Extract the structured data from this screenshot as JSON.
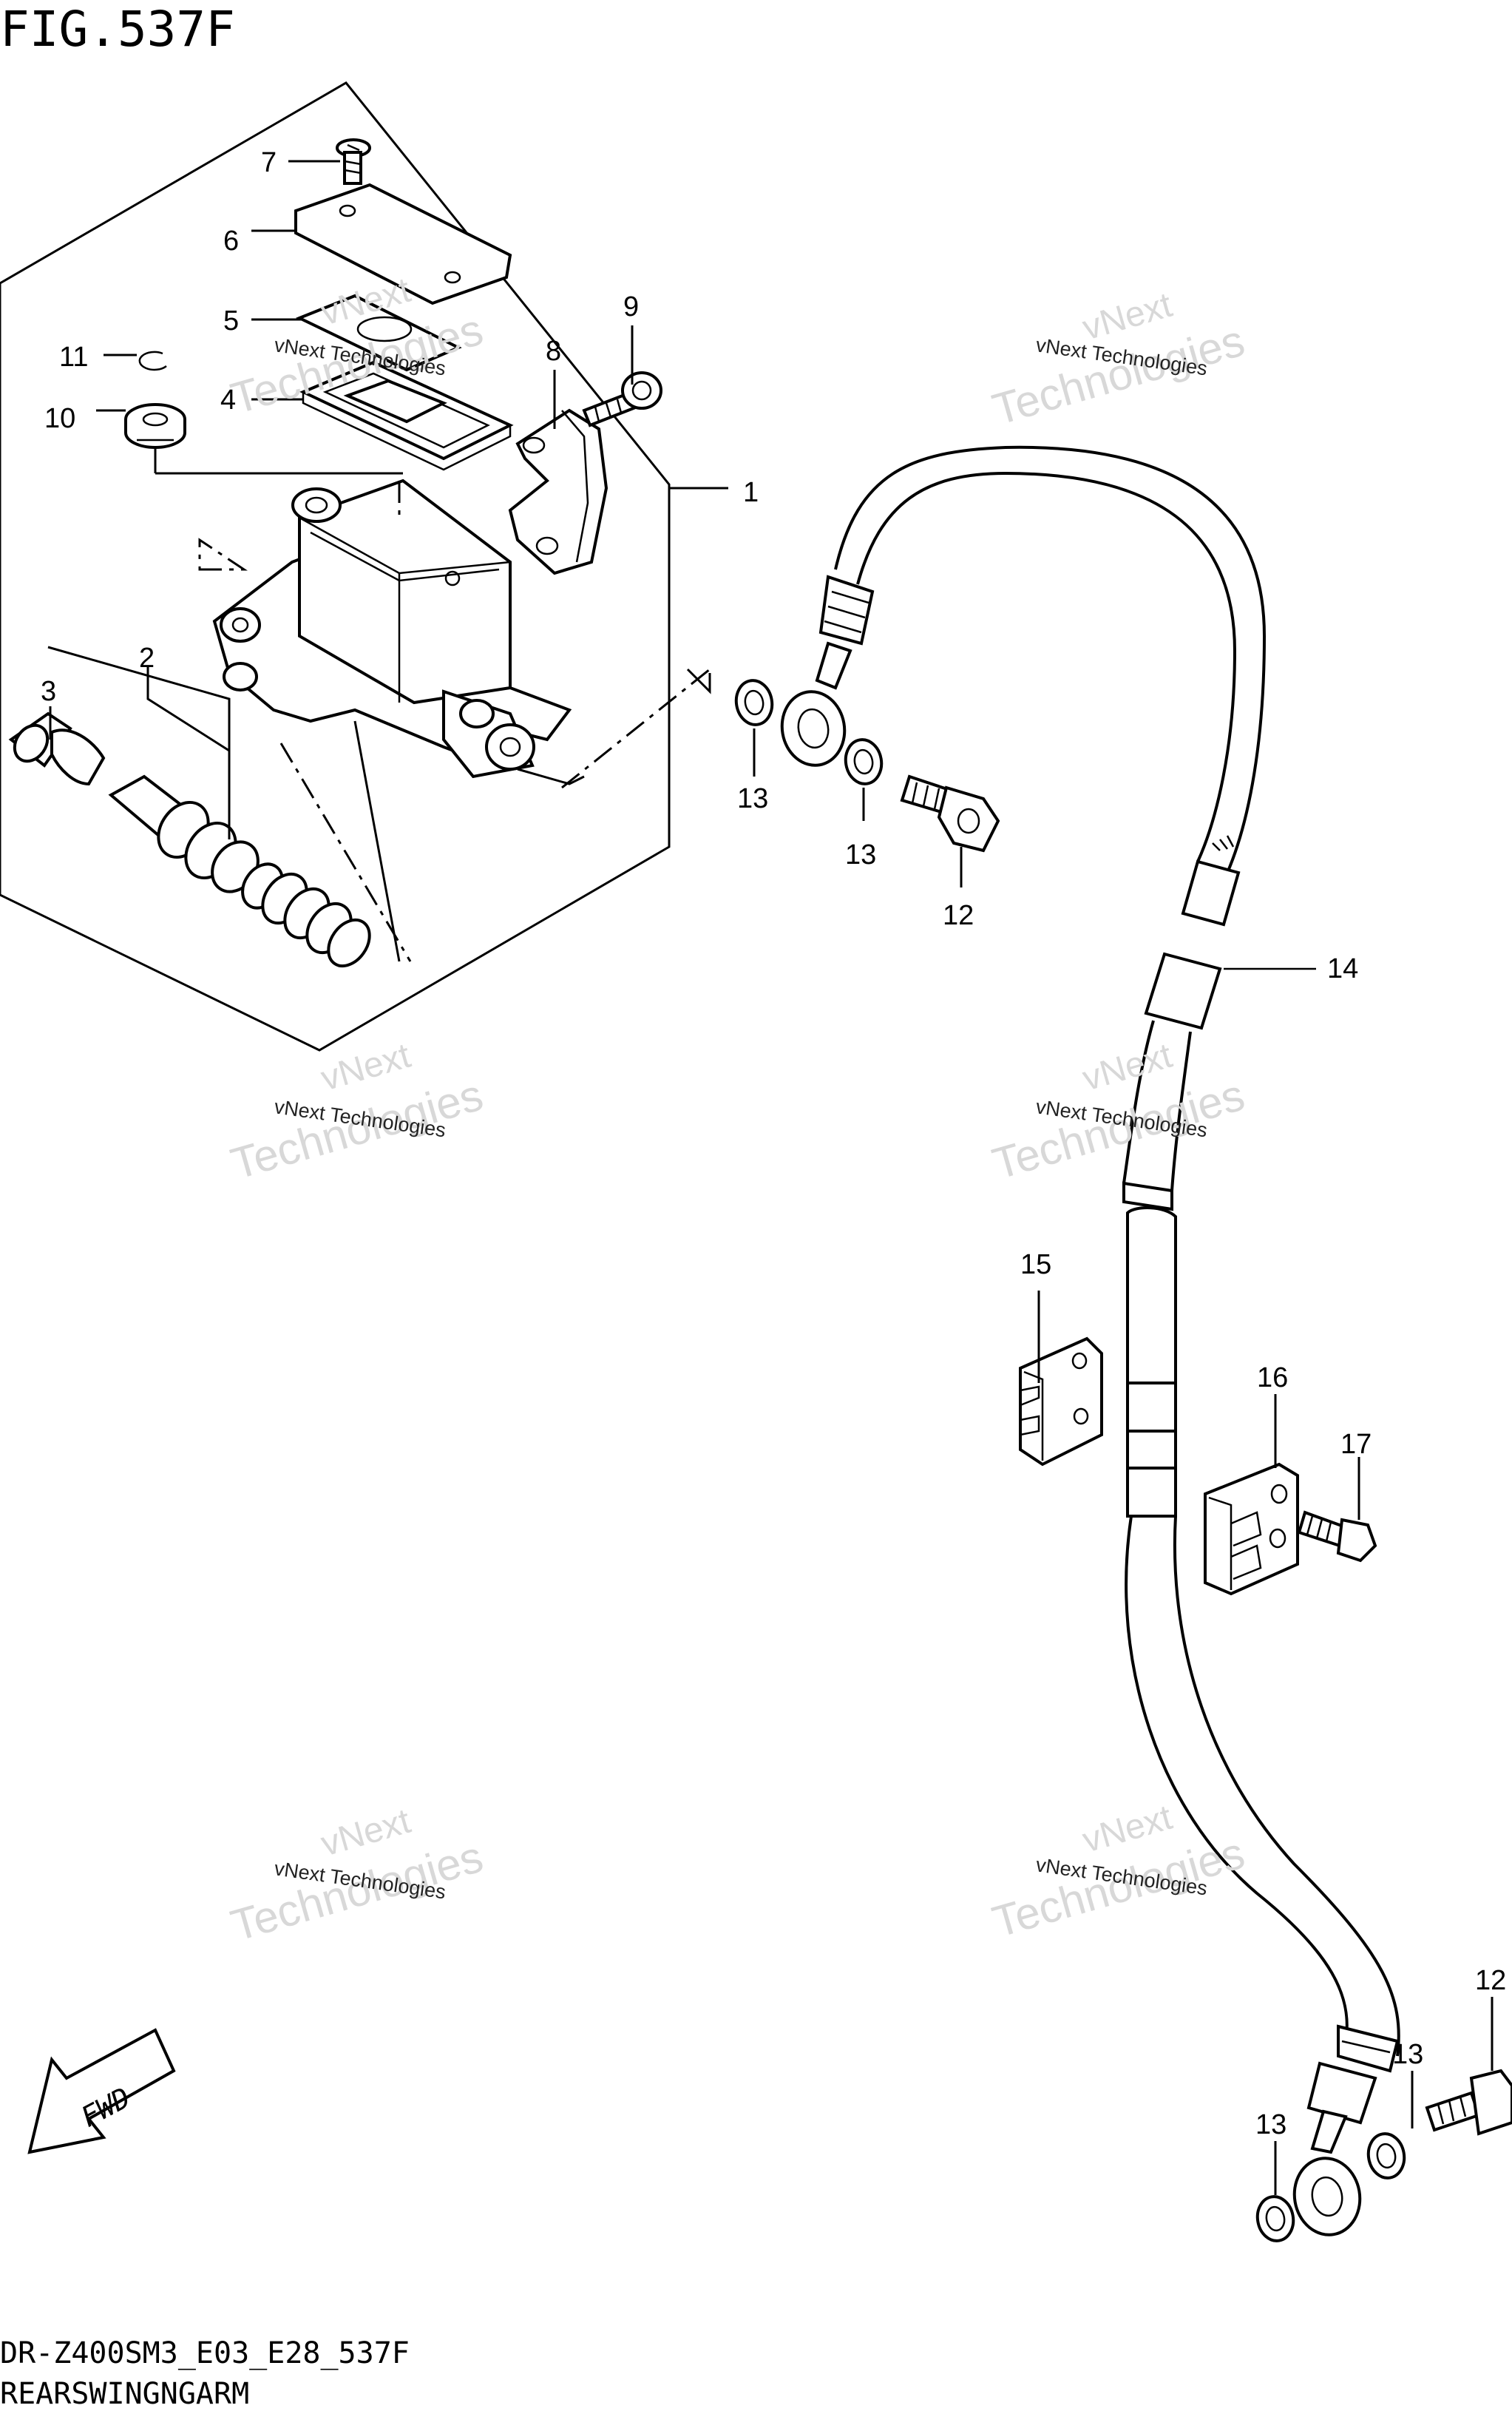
{
  "figure": {
    "title": "FIG.537F",
    "model_code": "DR-Z400SM3_E03_E28_537F",
    "section_name": "REARSWINGNGARM"
  },
  "watermark": {
    "line1": "vNext Technologies",
    "line2": "vNext",
    "line3": "Technologies"
  },
  "fwd_arrow": {
    "label": "FWD"
  },
  "callouts": [
    {
      "id": "callout-1",
      "label": "1"
    },
    {
      "id": "callout-2",
      "label": "2"
    },
    {
      "id": "callout-3",
      "label": "3"
    },
    {
      "id": "callout-4",
      "label": "4"
    },
    {
      "id": "callout-5",
      "label": "5"
    },
    {
      "id": "callout-6",
      "label": "6"
    },
    {
      "id": "callout-7",
      "label": "7"
    },
    {
      "id": "callout-8",
      "label": "8"
    },
    {
      "id": "callout-9",
      "label": "9"
    },
    {
      "id": "callout-10",
      "label": "10"
    },
    {
      "id": "callout-11",
      "label": "11"
    },
    {
      "id": "callout-12a",
      "label": "12"
    },
    {
      "id": "callout-12b",
      "label": "12"
    },
    {
      "id": "callout-13a",
      "label": "13"
    },
    {
      "id": "callout-13b",
      "label": "13"
    },
    {
      "id": "callout-13c",
      "label": "13"
    },
    {
      "id": "callout-13d",
      "label": "13"
    },
    {
      "id": "callout-14",
      "label": "14"
    },
    {
      "id": "callout-15",
      "label": "15"
    },
    {
      "id": "callout-16",
      "label": "16"
    },
    {
      "id": "callout-17",
      "label": "17"
    }
  ]
}
